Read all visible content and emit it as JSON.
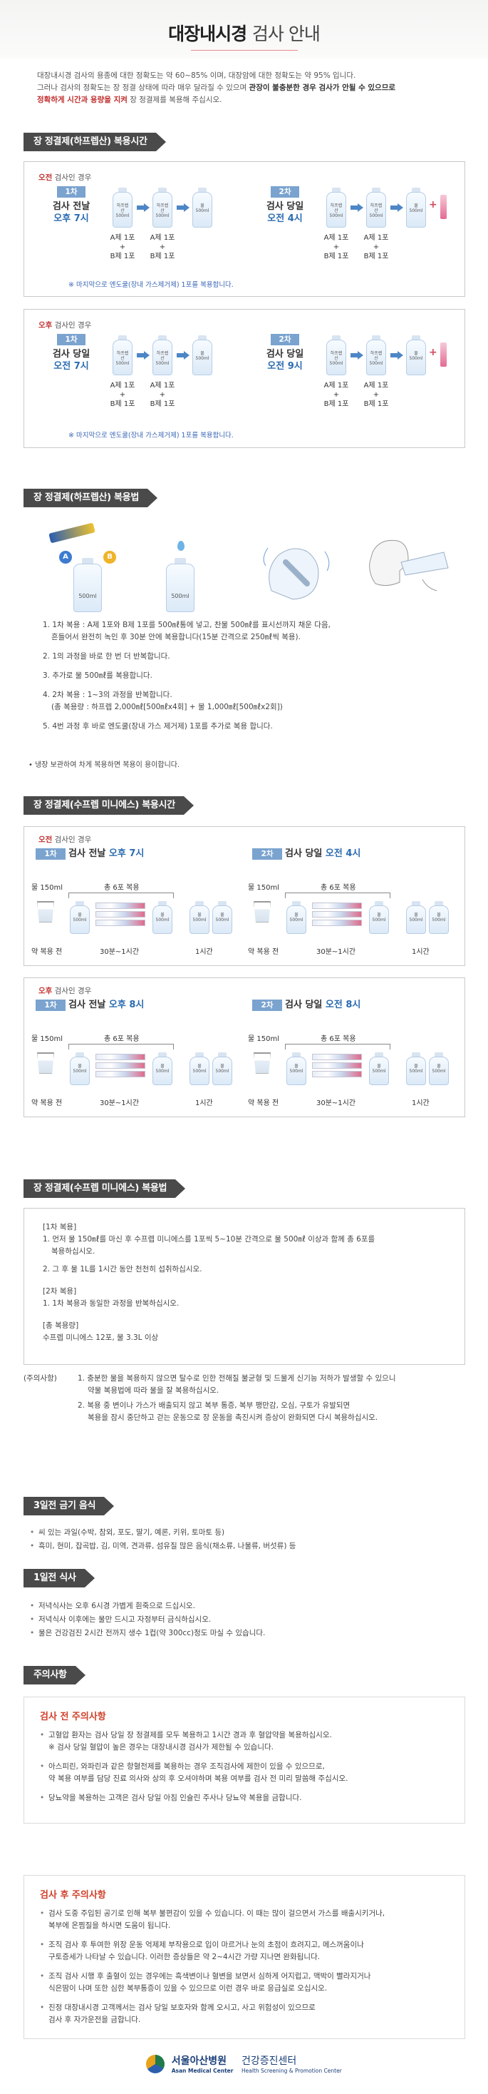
{
  "title": {
    "main": "대장내시경",
    "sub": "검사 안내"
  },
  "intro": {
    "line1": "대장내시경 검사의 용종에 대한 정확도는 약 60~85% 이며, 대장암에 대한 정확도는 약 95% 입니다.",
    "line2_a": "그러나 검사의 정확도는 장 정결 상태에 따라 매우 달라질 수 있으며",
    "line2_b": "관장이 불충분한 경우 검사가 안될 수 있으므로",
    "line3_a": "정확하게 시간과 용량을 지켜",
    "line3_b": "장 정결제를 복용해 주십시오."
  },
  "sec1": {
    "heading": "장 정결제(하프렙산) 복용시간",
    "morning": {
      "label_a": "오전",
      "label_b": "검사인 경우",
      "c1_pill": "1차",
      "c1_time_a": "검사 전날",
      "c1_time_b": "오후 7시",
      "c2_pill": "2차",
      "c2_time_a": "검사 당일",
      "c2_time_b": "오전 4시",
      "note": "※ 마지막으로 엔도쿨(장내 가스제거제) 1포를 복용합니다."
    },
    "afternoon": {
      "label_a": "오후",
      "label_b": "검사인 경우",
      "c1_pill": "1차",
      "c1_time_a": "검사 당일",
      "c1_time_b": "오전 7시",
      "c2_pill": "2차",
      "c2_time_a": "검사 당일",
      "c2_time_b": "오전 9시",
      "note": "※ 마지막으로 엔도쿨(장내 가스제거제) 1포를 복용합니다."
    },
    "bottle_label_mix": "하프렙산 500ml",
    "bottle_label_water": "물 500ml",
    "dose_a": "A제 1포",
    "dose_plus": "+",
    "dose_b": "B제 1포"
  },
  "sec2": {
    "heading": "장 정결제(하프렙산) 복용법",
    "bottle_500": "500ml",
    "badge_a": "A",
    "badge_b": "B",
    "step1a": "1. 1차 복용 : A제 1포와 B제 1포를 500㎖통에 넣고, 찬물 500㎖를 표시선까지 채운 다음,",
    "step1b": "흔들어서 완전히 녹인 후 30분 안에 복용합니다(15분 간격으로 250㎖씩 복용).",
    "step2": "2. 1의 과정을 바로 한 번 더 반복합니다.",
    "step3": "3. 추가로 물 500㎖를 복용합니다.",
    "step4a": "4. 2차 복용 : 1~3의 과정을 반복합니다.",
    "step4b": "(총 복용량 : 하프렙 2,000㎖[500㎖x4회] + 물 1,000㎖[500㎖x2회])",
    "step5": "5. 4번 과정 후 바로 엔도쿨(장내 가스 제거제) 1포를 추가로 복용 합니다.",
    "fridge": "• 냉장 보관하여 차게 복용하면 복용이 용이합니다."
  },
  "sec3": {
    "heading": "장 정결제(수프렙 미니에스) 복용시간",
    "morning": {
      "label_a": "오전",
      "label_b": "검사인 경우",
      "c1_pill": "1차",
      "c1_time_a": "검사 전날",
      "c1_time_b": "오후 7시",
      "c2_pill": "2차",
      "c2_time_a": "검사 당일",
      "c2_time_b": "오전 4시"
    },
    "afternoon": {
      "label_a": "오후",
      "label_b": "검사인 경우",
      "c1_pill": "1차",
      "c1_time_a": "검사 전날",
      "c1_time_b": "오후 8시",
      "c2_pill": "2차",
      "c2_time_a": "검사 당일",
      "c2_time_b": "오전 8시"
    },
    "water_150": "물 150ml",
    "total_6": "총 6포 복용",
    "before": "약 복용 전",
    "range": "30분~1시간",
    "one_hour": "1시간",
    "bottle_water": "물 500ml"
  },
  "sec4": {
    "heading": "장 정결제(수프렙 미니에스) 복용법",
    "l1": "[1차 복용]",
    "l2": "1. 먼저 물 150㎖를 마신 후 수프렙 미니에스를 1포씩 5~10분 간격으로 물 500㎖ 이상과 함께 총 6포를",
    "l3": "복용하십시오.",
    "l4": "2. 그 후 물 1L를 1시간 동안 천천히 섭취하십시오.",
    "l5": "[2차 복용]",
    "l6": "1. 1차 복용과 동일한 과정을 반복하십시오.",
    "l7": "[총 복용량]",
    "l8": "수프렙 미니에스 12포, 물 3.3L 이상",
    "c_label": "(주의사항)",
    "c1a": "1. 충분한 물을 복용하지 않으면 탈수로 인한 전해질 불균형 및 드물게 신기능 저하가 발생할 수 있으니",
    "c1b": "약물 복용법에 따라 물을 잘 복용하십시오.",
    "c2a": "2. 복용 중 변이나 가스가 배출되지 않고 복부 통증, 복부 팽만감, 오심, 구토가 유발되면",
    "c2b": "복용을 잠시 중단하고 걷는 운동으로 장 운동을 촉진시켜 증상이 완화되면 다시 복용하십시오."
  },
  "sec5": {
    "heading": "3일전 금기 음식",
    "i1": "씨 있는 과일(수박, 참외, 포도, 딸기, 예론, 키위, 토마토 등)",
    "i2": "흑미, 현미, 잡곡밥, 김, 미역, 견과류, 섬유질 많은 음식(채소류, 나물류, 버섯류) 등"
  },
  "sec6": {
    "heading": "1일전 식사",
    "i1": "저녁식사는 오후 6시경 가볍게 흰죽으로 드십시오.",
    "i2": "저녁식사 이후에는 물만 드시고 자정부터 금식하십시오.",
    "i3": "물은 건강검진 2시간 전까지 생수 1컵(약 300cc)정도 마실 수 있습니다."
  },
  "sec7": {
    "heading": "주의사항",
    "pre_title": "검사 전 주의사항",
    "pre1a": "고혈압 환자는 검사 당일 장 정결제를 모두 복용하고 1시간 경과 후 혈압약을 복용하십시오.",
    "pre1b": "※ 검사 당일 혈압이 높은 경우는 대장내시경 검사가 제한될 수 있습니다.",
    "pre2a": "아스피린, 와파린과 같은 항혈전제를 복용하는 경우 조직검사에 제한이 있을 수 있으므로,",
    "pre2b": "약 복용 여부를 담당 진료 의사와 상의 후 오셔야하며 복용 여부를 검사 전 미리 말씀해 주십시오.",
    "pre3": "당뇨약을 복용하는 고객은 검사 당일 아침 인슐린 주사나 당뇨약 복용을 금합니다.",
    "post_title": "검사 후 주의사항",
    "post1a": "검사 도중 주입된 공기로 인해 복부 불편감이 있을 수 있습니다. 이 때는 많이 걸으면서 가스를 배출시키거나,",
    "post1b": "복부에 온찜질을 하시면 도움이 됩니다.",
    "post2a": "조직 검사 후 투여한 위장 운동 억제제 부작용으로 입이 마르거나 눈의 초점이 흐려지고, 메스꺼움이나",
    "post2b": "구토증세가 나타날 수 있습니다. 이러한 증상들은 약 2~4시간 가량 지나면 완화됩니다.",
    "post3a": "조직 검사 시행 후 출혈이 있는 경우에는 흑색변이나 혈변을 보면서 심하게 어지럽고, 맥박이 빨라지거나",
    "post3b": "식은땀이 나며 또한 심한 복부통증이 있을 수 있으므로 이런 경우 바로 응급실로 오십시오.",
    "post4a": "진정 대장내시경 고객께서는 검사 당일 보호자와 함께 오시고, 사고 위험성이 있으므로",
    "post4b": "검사 후 자가운전을 금합니다."
  },
  "footer": {
    "name_ko": "서울아산병원",
    "name_en": "Asan Medical Center",
    "center_ko": "건강증진센터",
    "center_en": "Health Screening & Promotion Center"
  },
  "colors": {
    "accent_red": "#c0302e",
    "pill_blue": "#7aa3cf",
    "heading_dark": "#4a4a4a",
    "note_blue": "#3a66b4"
  }
}
